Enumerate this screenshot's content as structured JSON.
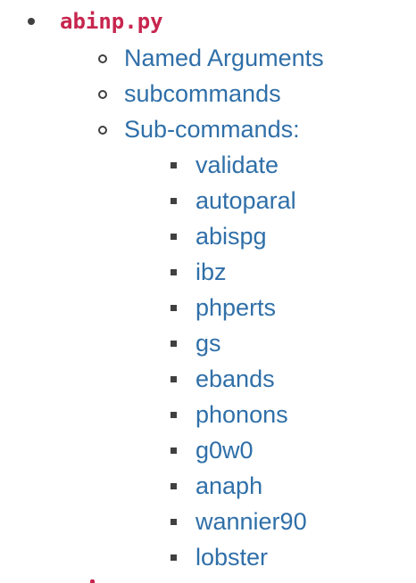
{
  "toc": {
    "module": {
      "label": "abinp.py",
      "children": [
        {
          "label": "Named Arguments"
        },
        {
          "label": "subcommands"
        },
        {
          "label": "Sub-commands:",
          "children": [
            {
              "label": "validate"
            },
            {
              "label": "autoparal"
            },
            {
              "label": "abispg"
            },
            {
              "label": "ibz"
            },
            {
              "label": "phperts"
            },
            {
              "label": "gs"
            },
            {
              "label": "ebands"
            },
            {
              "label": "phonons"
            },
            {
              "label": "g0w0"
            },
            {
              "label": "anaph"
            },
            {
              "label": "wannier90"
            },
            {
              "label": "lobster"
            }
          ]
        }
      ]
    }
  },
  "colors": {
    "code_link": "#c7254e",
    "link": "#2f6fa8",
    "bullet": "#404040"
  }
}
